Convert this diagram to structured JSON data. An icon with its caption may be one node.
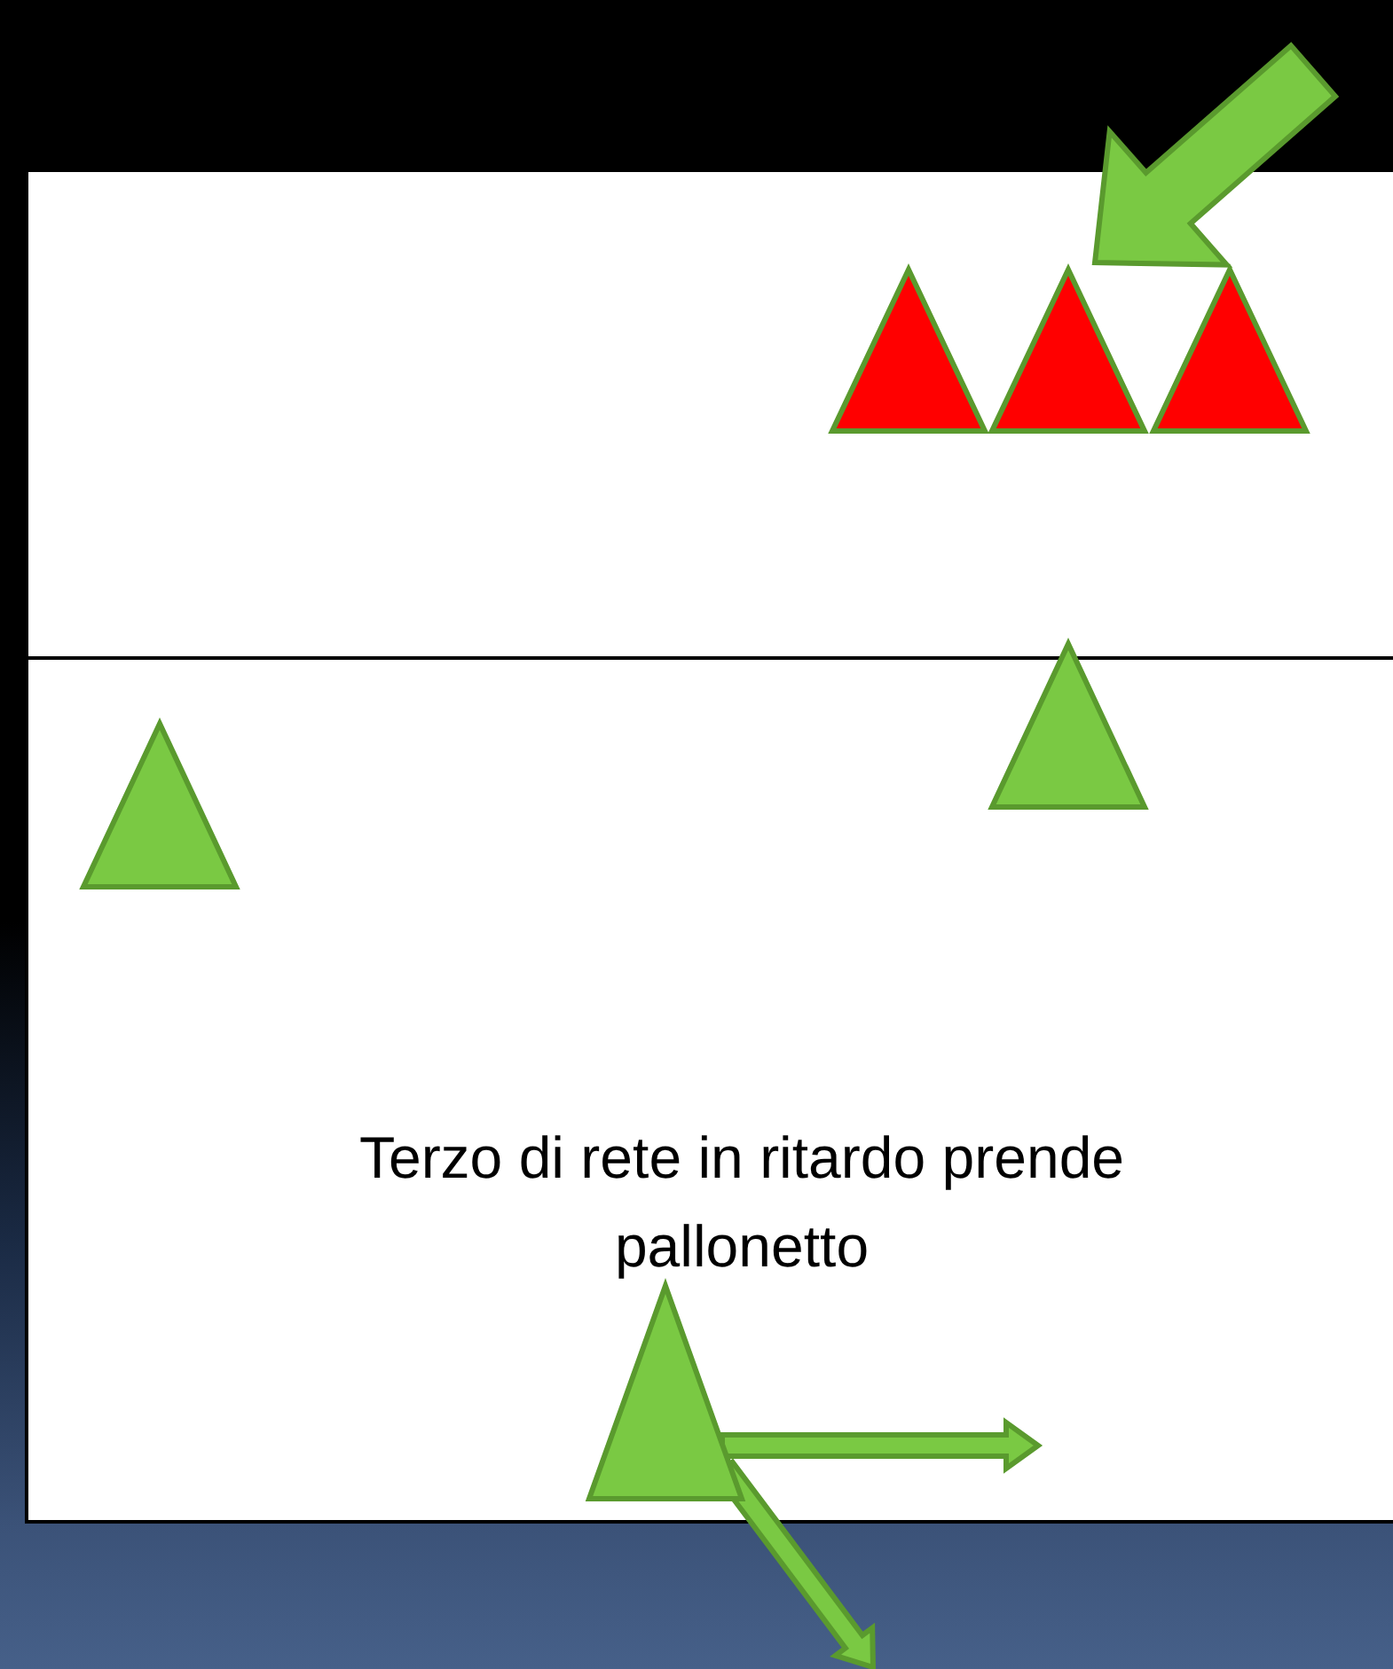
{
  "diagram": {
    "nodes": [
      {
        "text": [],
        "shape": "triangle"
      },
      {
        "text": [],
        "shape": "triangle"
      },
      {
        "text": [],
        "shape": "triangle"
      },
      {
        "text": [],
        "shape": "triangle"
      },
      {
        "text": [],
        "shape": "triangle"
      },
      {
        "text": [],
        "shape": "triangle"
      }
    ],
    "edges": [
      {
        "from": null,
        "to": 1,
        "arrow": "to"
      },
      {
        "from": 5,
        "to": null,
        "arrow": "to"
      },
      {
        "from": 5,
        "to": null,
        "arrow": "to"
      }
    ],
    "labels": [
      "Terzo di rete in ritardo prende pallonetto"
    ]
  }
}
